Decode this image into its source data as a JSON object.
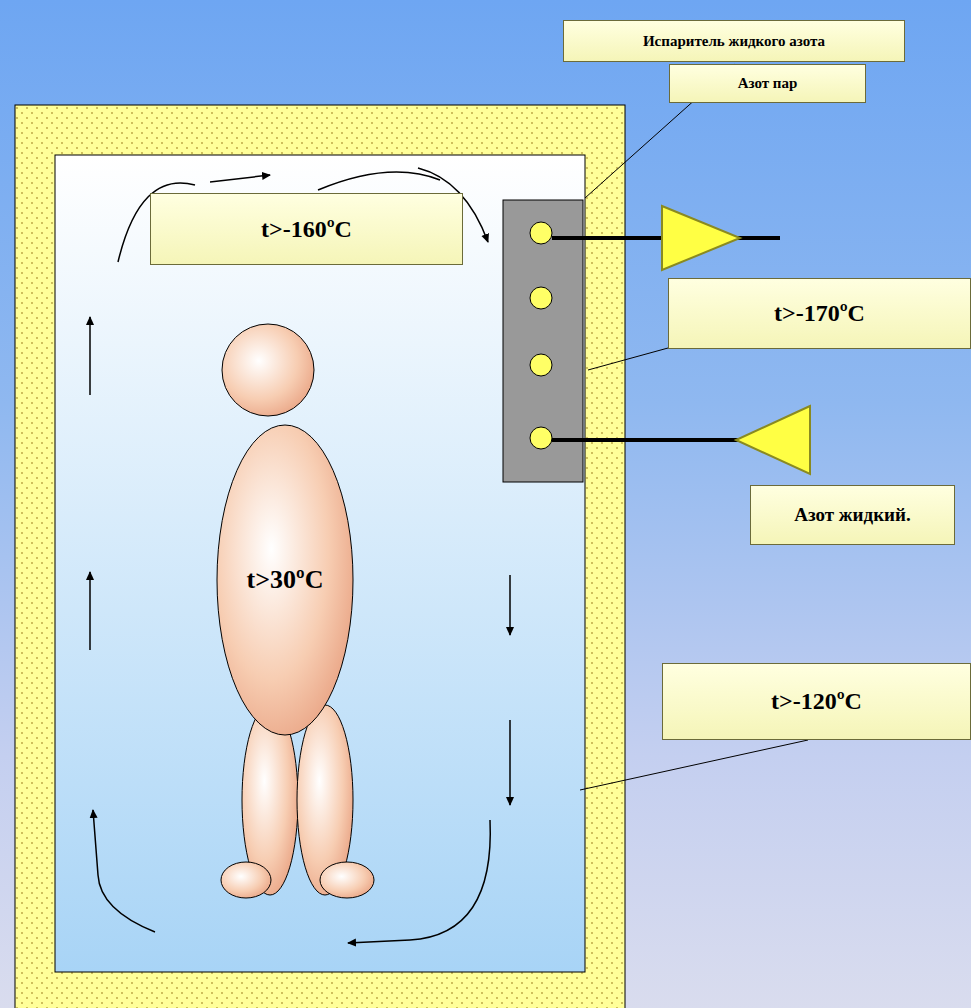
{
  "diagram": {
    "nodes": [
      {
        "text": [
          "Испаритель жидкого азота"
        ]
      },
      {
        "text": [
          "Азот пар"
        ]
      },
      {
        "text": [
          "t>-160ºC"
        ]
      },
      {
        "text": [
          "t>-170ºC"
        ]
      },
      {
        "text": [
          "Азот жидкий."
        ]
      },
      {
        "text": [
          "t>-120ºC"
        ]
      }
    ],
    "labels": [
      "t>30ºC"
    ]
  }
}
